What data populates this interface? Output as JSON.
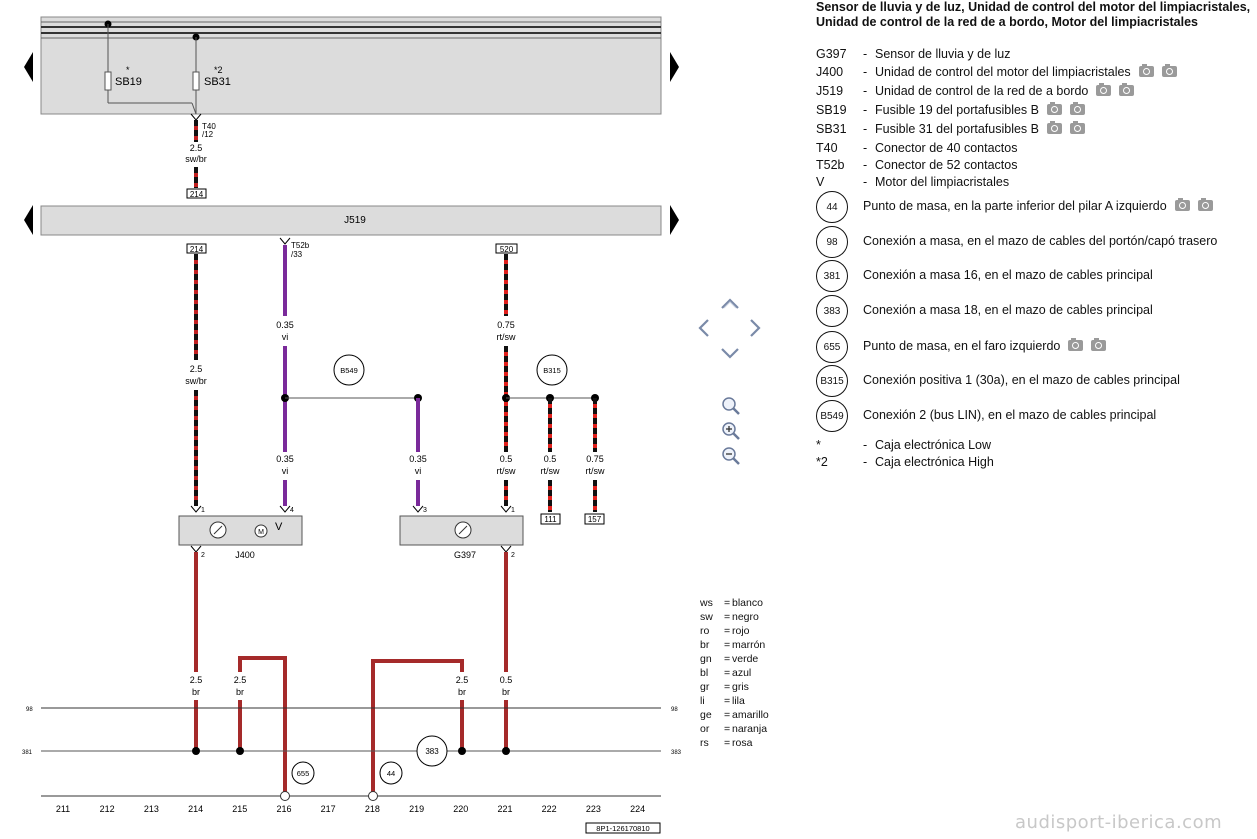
{
  "diagram": {
    "top_bar_label": "",
    "fuses": [
      {
        "label": "SB19",
        "marker": "*"
      },
      {
        "label": "SB31",
        "marker": "*2"
      }
    ],
    "connector_t40": "T40",
    "connector_t40_pin": "/12",
    "wire_top": {
      "size": "2.5",
      "color": "sw/br"
    },
    "ref_214_top": "214",
    "j519_label": "J519",
    "ref_214_bottom": "214",
    "t52b_label": "T52b",
    "t52b_pin": "/33",
    "ref_520": "520",
    "wires": [
      {
        "size": "0.35",
        "color": "vi"
      },
      {
        "size": "0.75",
        "color": "rt/sw"
      },
      {
        "size": "2.5",
        "color": "sw/br"
      },
      {
        "size": "0.35",
        "color": "vi"
      },
      {
        "size": "0.35",
        "color": "vi"
      },
      {
        "size": "0.5",
        "color": "rt/sw"
      },
      {
        "size": "0.5",
        "color": "rt/sw"
      },
      {
        "size": "0.75",
        "color": "rt/sw"
      },
      {
        "size": "2.5",
        "color": "br"
      },
      {
        "size": "2.5",
        "color": "br"
      },
      {
        "size": "2.5",
        "color": "br"
      },
      {
        "size": "0.5",
        "color": "br"
      }
    ],
    "b549": "B549",
    "b315": "B315",
    "ref_111": "111",
    "ref_157": "157",
    "pins": {
      "j400_1": "1",
      "j400_4": "4",
      "j400_2": "2",
      "g397_3": "3",
      "g397_1": "1",
      "g397_2": "2"
    },
    "j400_label": "J400",
    "v_label": "V",
    "m_label": "M",
    "g397_label": "G397",
    "ground_655": "655",
    "ground_44": "44",
    "ground_383": "383",
    "rail_labels": {
      "r98_left": "98",
      "r98_right": "98",
      "r381_left": "381",
      "r383_right": "383"
    },
    "columns": [
      "211",
      "212",
      "213",
      "214",
      "215",
      "216",
      "217",
      "218",
      "219",
      "220",
      "221",
      "222",
      "223",
      "224"
    ],
    "page_id": "8P1-126170810"
  },
  "legend": {
    "title": "Sensor de lluvia y de luz, Unidad de control del motor del limpiacristales, Unidad de control de la red de a bordo, Motor del limpiacristales",
    "items": [
      {
        "code": "G397",
        "desc": "Sensor de lluvia y de luz",
        "cams": 0
      },
      {
        "code": "J400",
        "desc": "Unidad de control del motor del limpiacristales",
        "cams": 2
      },
      {
        "code": "J519",
        "desc": "Unidad de control de la red de a bordo",
        "cams": 2
      },
      {
        "code": "SB19",
        "desc": "Fusible 19 del portafusibles B",
        "cams": 2
      },
      {
        "code": "SB31",
        "desc": "Fusible 31 del portafusibles B",
        "cams": 2
      },
      {
        "code": "T40",
        "desc": "Conector de 40 contactos",
        "cams": 0
      },
      {
        "code": "T52b",
        "desc": "Conector de 52 contactos",
        "cams": 0
      },
      {
        "code": "V",
        "desc": "Motor del limpiacristales",
        "cams": 0
      }
    ],
    "circle_items": [
      {
        "code": "44",
        "desc": "Punto de masa, en la parte inferior del pilar A izquierdo",
        "cams": 2
      },
      {
        "code": "98",
        "desc": "Conexión a masa, en el mazo de cables del portón/capó trasero",
        "cams": 0
      },
      {
        "code": "381",
        "desc": "Conexión a masa 16, en el mazo de cables principal",
        "cams": 0
      },
      {
        "code": "383",
        "desc": "Conexión a masa 18, en el mazo de cables principal",
        "cams": 0
      },
      {
        "code": "655",
        "desc": "Punto de masa, en el faro izquierdo",
        "cams": 2
      },
      {
        "code": "B315",
        "desc": "Conexión positiva 1 (30a), en el mazo de cables principal",
        "cams": 0
      },
      {
        "code": "B549",
        "desc": "Conexión 2 (bus LIN), en el mazo de cables principal",
        "cams": 0
      }
    ],
    "notes": [
      {
        "code": "*",
        "desc": "Caja electrónica Low"
      },
      {
        "code": "*2",
        "desc": "Caja electrónica High"
      }
    ]
  },
  "color_codes": [
    {
      "code": "ws",
      "name": "blanco"
    },
    {
      "code": "sw",
      "name": "negro"
    },
    {
      "code": "ro",
      "name": "rojo"
    },
    {
      "code": "br",
      "name": "marrón"
    },
    {
      "code": "gn",
      "name": "verde"
    },
    {
      "code": "bl",
      "name": "azul"
    },
    {
      "code": "gr",
      "name": "gris"
    },
    {
      "code": "li",
      "name": "lila"
    },
    {
      "code": "ge",
      "name": "amarillo"
    },
    {
      "code": "or",
      "name": "naranja"
    },
    {
      "code": "rs",
      "name": "rosa"
    }
  ],
  "watermark": "audisport-iberica.com",
  "icons": {
    "nav_up": "chevron-up-icon",
    "nav_down": "chevron-down-icon",
    "nav_left": "chevron-left-icon",
    "nav_right": "chevron-right-icon",
    "zoom_fit": "zoom-icon",
    "zoom_in": "zoom-in-icon",
    "zoom_out": "zoom-out-icon",
    "camera": "camera-icon"
  },
  "colors": {
    "brown_wire": "#a52a2a",
    "red_wire": "#e0201c",
    "violet_wire": "#7a2a9a",
    "black_wire": "#111111",
    "panel_gray": "#dcdcdc"
  }
}
